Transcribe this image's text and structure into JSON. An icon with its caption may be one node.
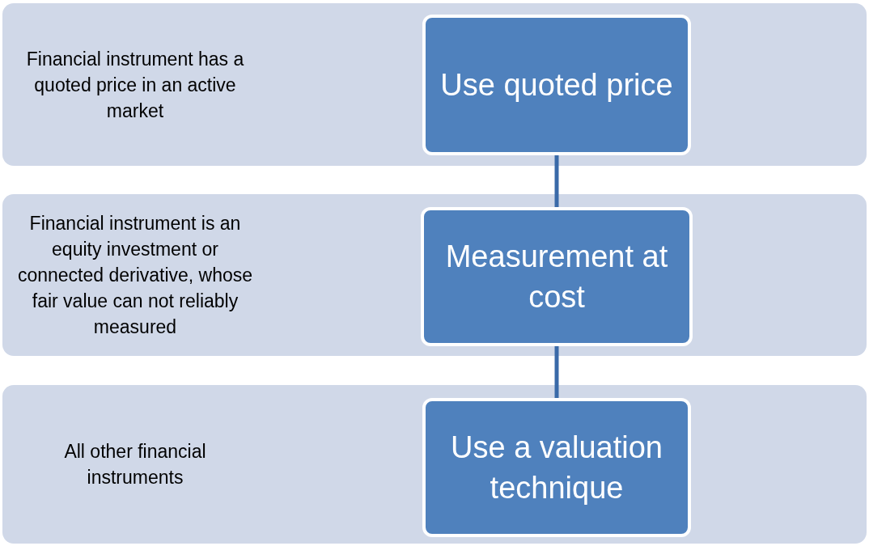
{
  "diagram": {
    "nodes": [
      {
        "text": [
          "Financial instrument has a quoted price in an active market"
        ]
      },
      {
        "text": [
          "Use quoted price"
        ],
        "in": 0
      },
      {
        "text": [
          "Financial instrument is an equity investment or connected derivative, whose fair value can not reliably measured"
        ]
      },
      {
        "text": [
          "Measurement at cost"
        ],
        "in": 2
      },
      {
        "text": [
          "All other financial instruments"
        ]
      },
      {
        "text": [
          "Use a valuation technique"
        ],
        "in": 4
      }
    ],
    "edges": [
      {
        "from": 1,
        "to": 3,
        "arrow": "none"
      },
      {
        "from": 3,
        "to": 5,
        "arrow": "none"
      }
    ]
  }
}
